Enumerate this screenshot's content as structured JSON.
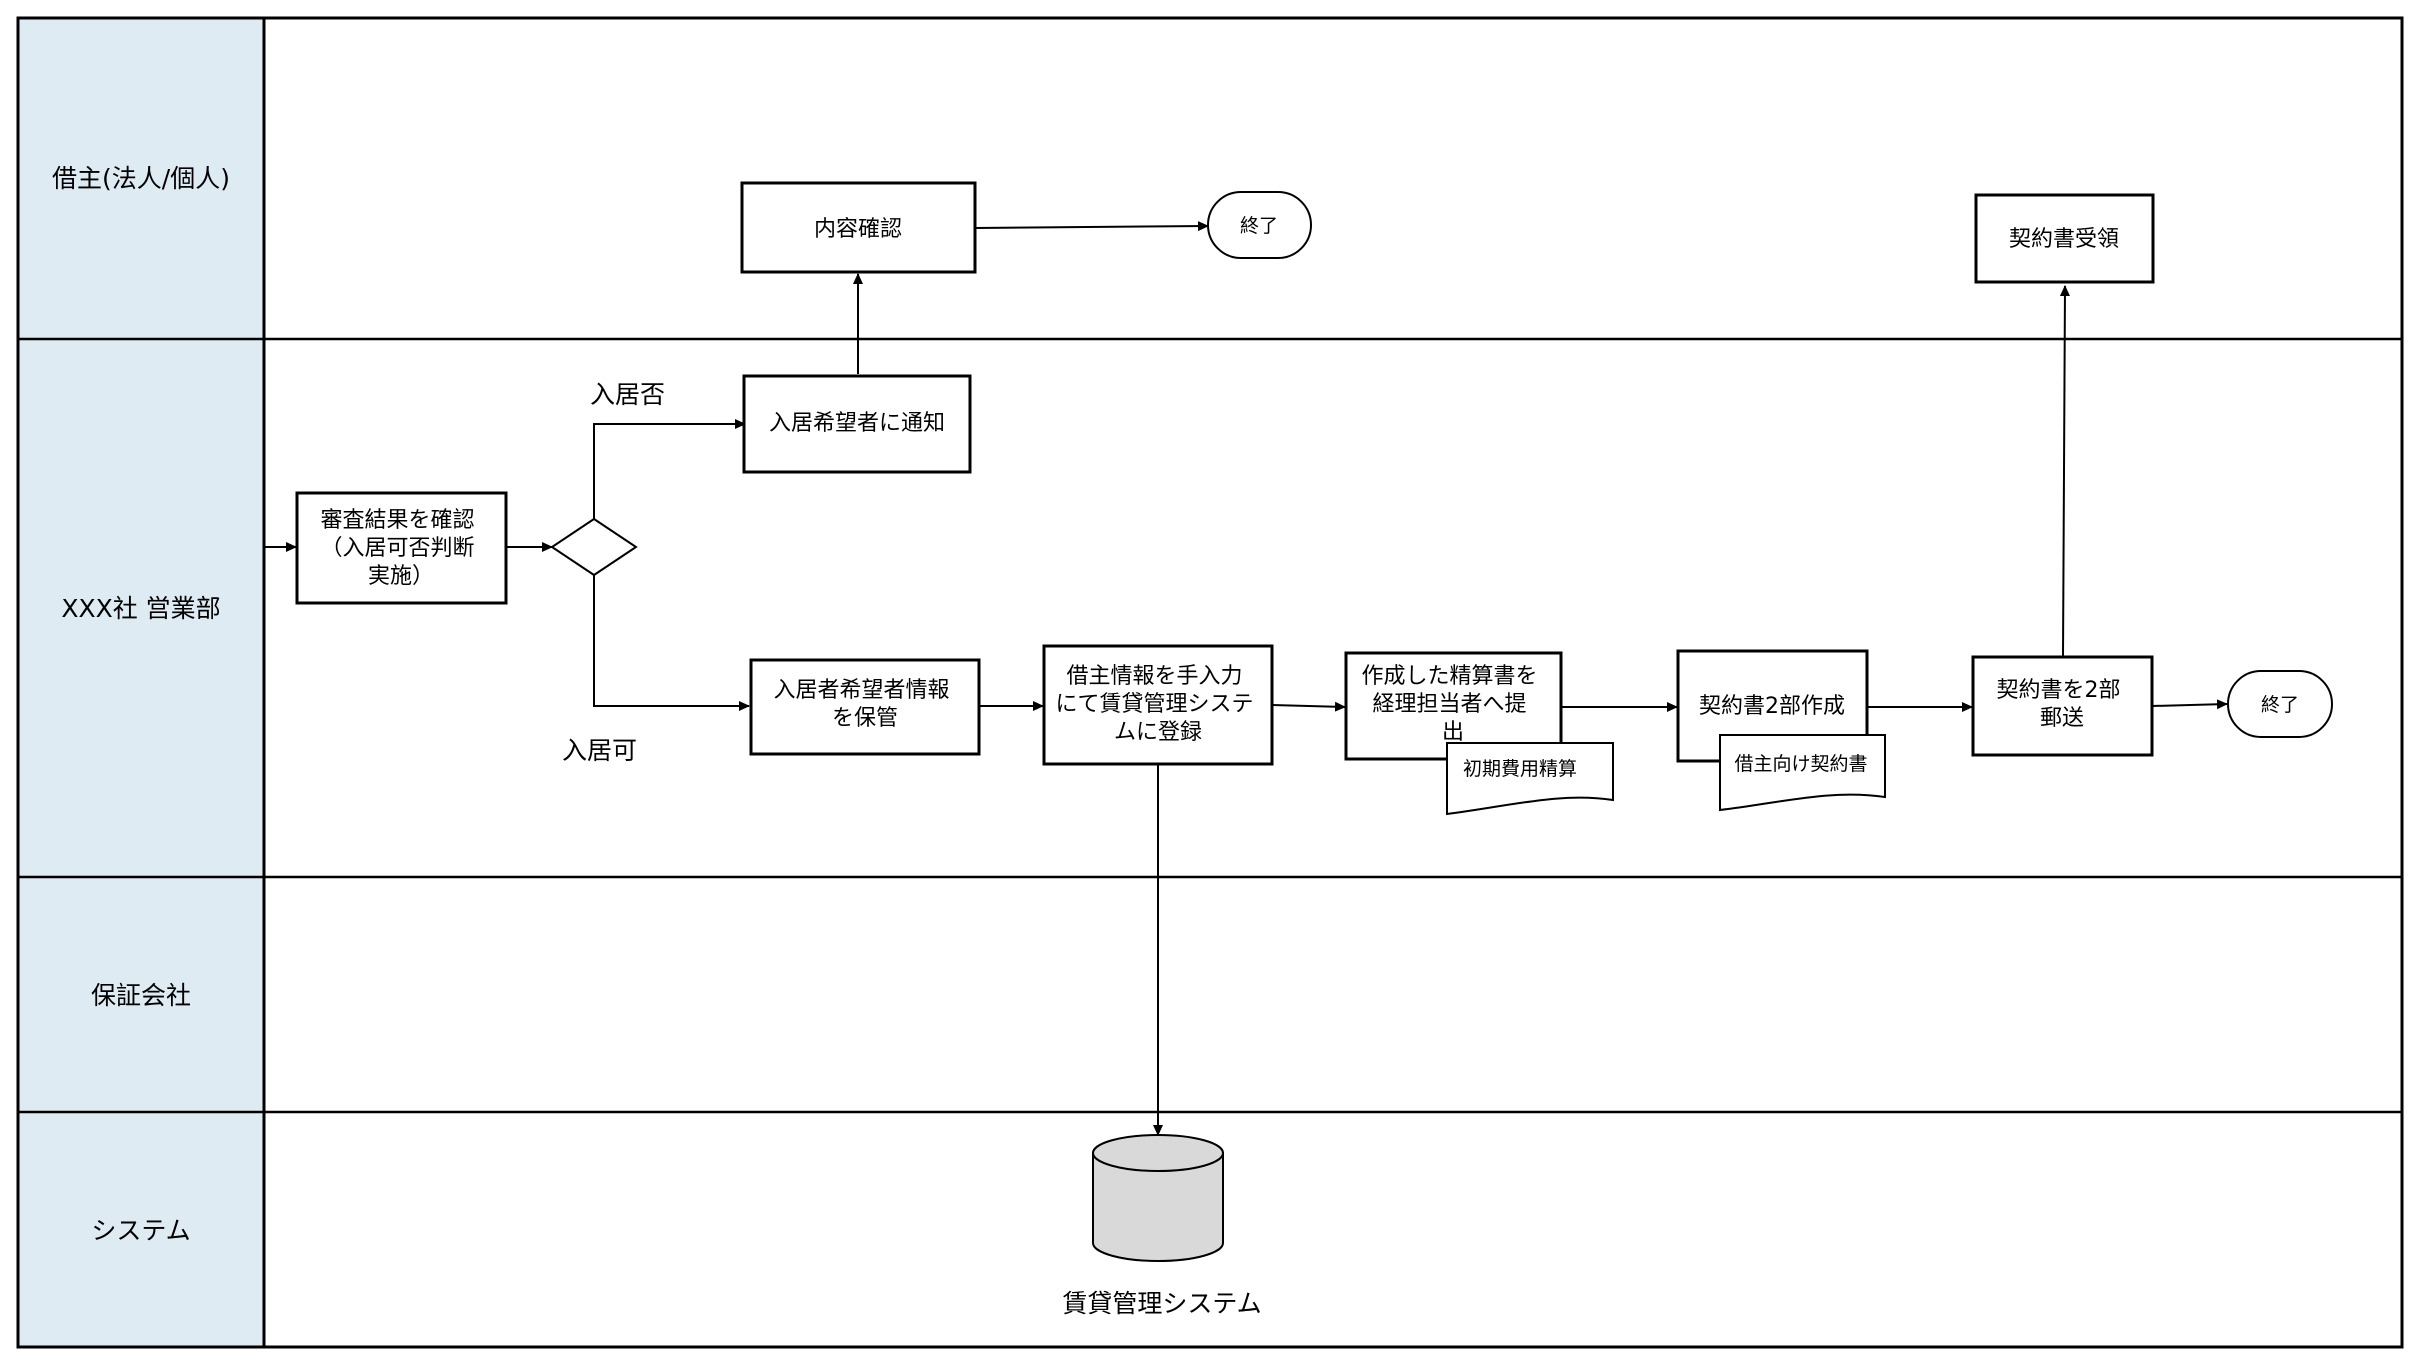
{
  "lanes": [
    {
      "label": "借主(法人/個人)"
    },
    {
      "label": "XXX社 営業部"
    },
    {
      "label": "保証会社"
    },
    {
      "label": "システム"
    }
  ],
  "nodes": {
    "content_check": {
      "lines": [
        "内容確認"
      ]
    },
    "end_borrower": {
      "lines": [
        "終了"
      ]
    },
    "contract_receive": {
      "lines": [
        "契約書受領"
      ]
    },
    "notify_applicant": {
      "lines": [
        "入居希望者に通知"
      ]
    },
    "review_result": {
      "lines": [
        "審査結果を確認",
        "（入居可否判断",
        "実施）"
      ]
    },
    "store_applicant_info": {
      "lines": [
        "入居者希望者情報",
        "を保管"
      ]
    },
    "register_system": {
      "lines": [
        "借主情報を手入力",
        "にて賃貸管理システ",
        "ムに登録"
      ]
    },
    "submit_statement": {
      "lines": [
        "作成した精算書を",
        "経理担当者へ提",
        "出"
      ]
    },
    "create_contract": {
      "lines": [
        "契約書2部作成"
      ]
    },
    "mail_contract": {
      "lines": [
        "契約書を2部",
        "郵送"
      ]
    },
    "end_sales": {
      "lines": [
        "終了"
      ]
    }
  },
  "documents": {
    "initial_cost": {
      "label": "初期費用精算"
    },
    "borrower_contract": {
      "label": "借主向け契約書"
    }
  },
  "branches": {
    "reject": "入居否",
    "approve": "入居可"
  },
  "database": {
    "label": "賃貸管理システム"
  }
}
